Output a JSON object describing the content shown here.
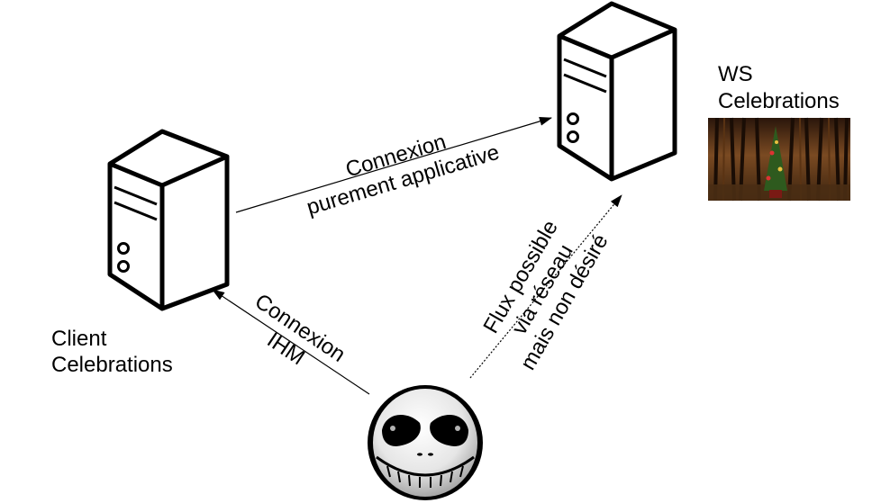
{
  "nodes": {
    "client": {
      "label_line1": "Client",
      "label_line2": "Celebrations",
      "icon": "server-icon"
    },
    "ws": {
      "label_line1": "WS",
      "label_line2": "Celebrations",
      "icon": "server-icon",
      "image": "christmas-forest-picture"
    },
    "user": {
      "icon": "jack-skellington-face-icon"
    }
  },
  "edges": {
    "client_to_ws": {
      "line1": "Connexion",
      "line2": "purement applicative",
      "style": "solid"
    },
    "user_to_client": {
      "line1": "Connexion",
      "line2": "IHM",
      "style": "solid"
    },
    "user_to_ws": {
      "line1": "Flux possible",
      "line2": "via réseau",
      "line3": "mais non désiré",
      "style": "dotted"
    }
  },
  "colors": {
    "stroke": "#000000",
    "server_fill": "#ffffff",
    "text": "#000000"
  }
}
